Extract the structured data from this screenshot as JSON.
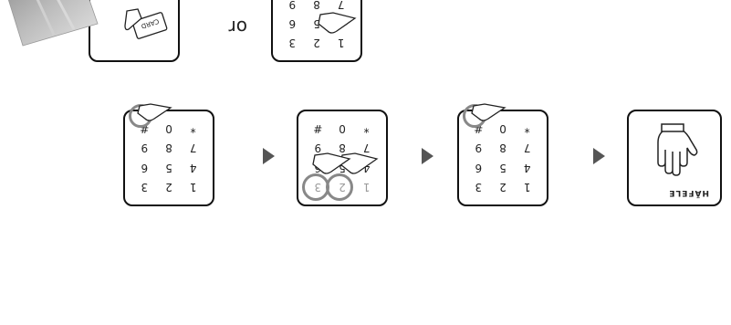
{
  "keypad_keys": [
    "1",
    "2",
    "3",
    "4",
    "5",
    "6",
    "7",
    "8",
    "9",
    "*",
    "0",
    "#"
  ],
  "steps": {
    "s1": {
      "caption": "",
      "brand": "HÄFELE"
    },
    "s2": {
      "caption": ""
    },
    "s3": {
      "caption_line1": "",
      "caption_line2": ""
    },
    "s4": {
      "caption": ""
    },
    "s5": {
      "caption": "",
      "or_label": "or"
    },
    "s6": {
      "caption": "",
      "card_label": "CARD"
    }
  },
  "colors": {
    "panel_border": "#111111",
    "ring": "#888888",
    "arrow": "#555555"
  }
}
